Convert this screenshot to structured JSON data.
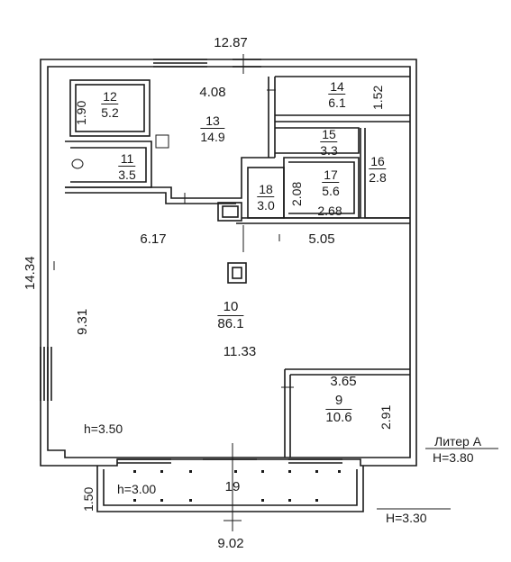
{
  "dimensions": {
    "top_width": "12.87",
    "left_height": "14.34",
    "bottom_width": "9.02",
    "balcony_depth": "1.50",
    "d_408": "4.08",
    "d_617": "6.17",
    "d_505": "5.05",
    "d_931": "9.31",
    "d_1133": "11.33",
    "d_365": "3.65",
    "d_291": "2.91",
    "d_190": "1.90",
    "d_152": "1.52",
    "d_208": "2.08",
    "d_268": "2.68"
  },
  "rooms": [
    {
      "num": "12",
      "area": "5.2"
    },
    {
      "num": "13",
      "area": "14.9"
    },
    {
      "num": "14",
      "area": "6.1"
    },
    {
      "num": "15",
      "area": "3.3"
    },
    {
      "num": "16",
      "area": "2.8"
    },
    {
      "num": "17",
      "area": "5.6"
    },
    {
      "num": "18",
      "area": "3.0"
    },
    {
      "num": "11",
      "area": "3.5"
    },
    {
      "num": "10",
      "area": "86.1"
    },
    {
      "num": "9",
      "area": "10.6"
    }
  ],
  "heights": {
    "main": "h=3.50",
    "balcony": "h=3.00",
    "balcony_number": "19",
    "litera_label": "Литер А",
    "litera_height": "H=3.80",
    "outside_height": "H=3.30"
  }
}
